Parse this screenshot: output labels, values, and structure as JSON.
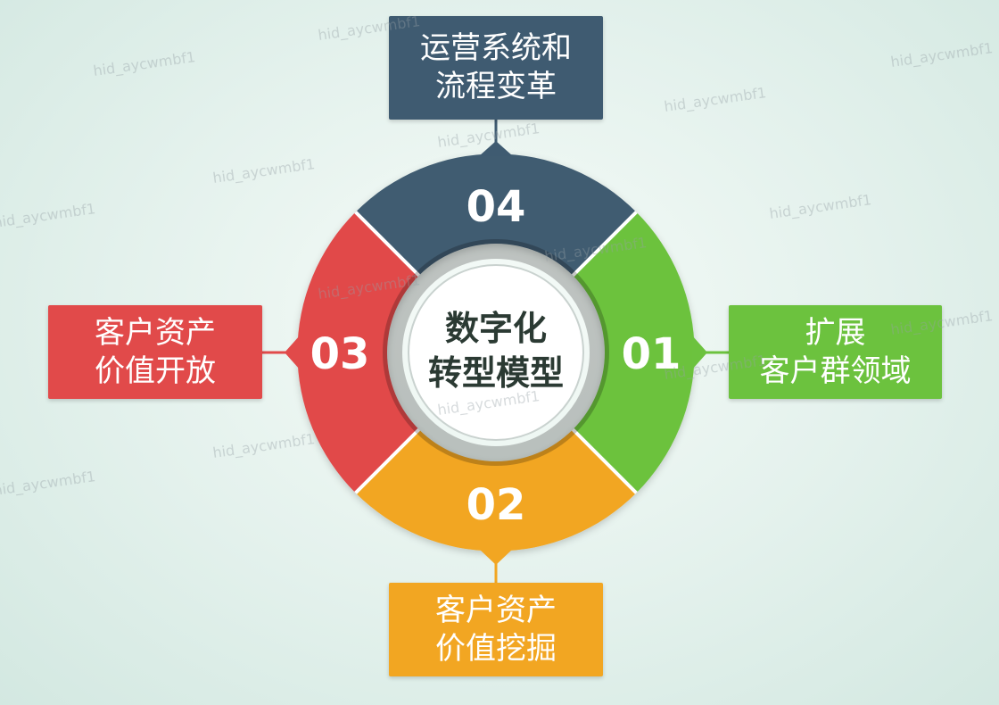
{
  "center": {
    "line1": "数字化",
    "line2": "转型模型"
  },
  "segments": [
    {
      "id": "01",
      "number": "01",
      "line1": "扩展",
      "line2": "客户群领域",
      "color": "#6cc23e"
    },
    {
      "id": "02",
      "number": "02",
      "line1": "客户资产",
      "line2": "价值挖掘",
      "color": "#f2a622"
    },
    {
      "id": "03",
      "number": "03",
      "line1": "客户资产",
      "line2": "价值开放",
      "color": "#e14a4a"
    },
    {
      "id": "04",
      "number": "04",
      "line1": "运营系统和",
      "line2": "流程变革",
      "color": "#3f5b71"
    }
  ],
  "watermark": "hid_aycwmbf1"
}
